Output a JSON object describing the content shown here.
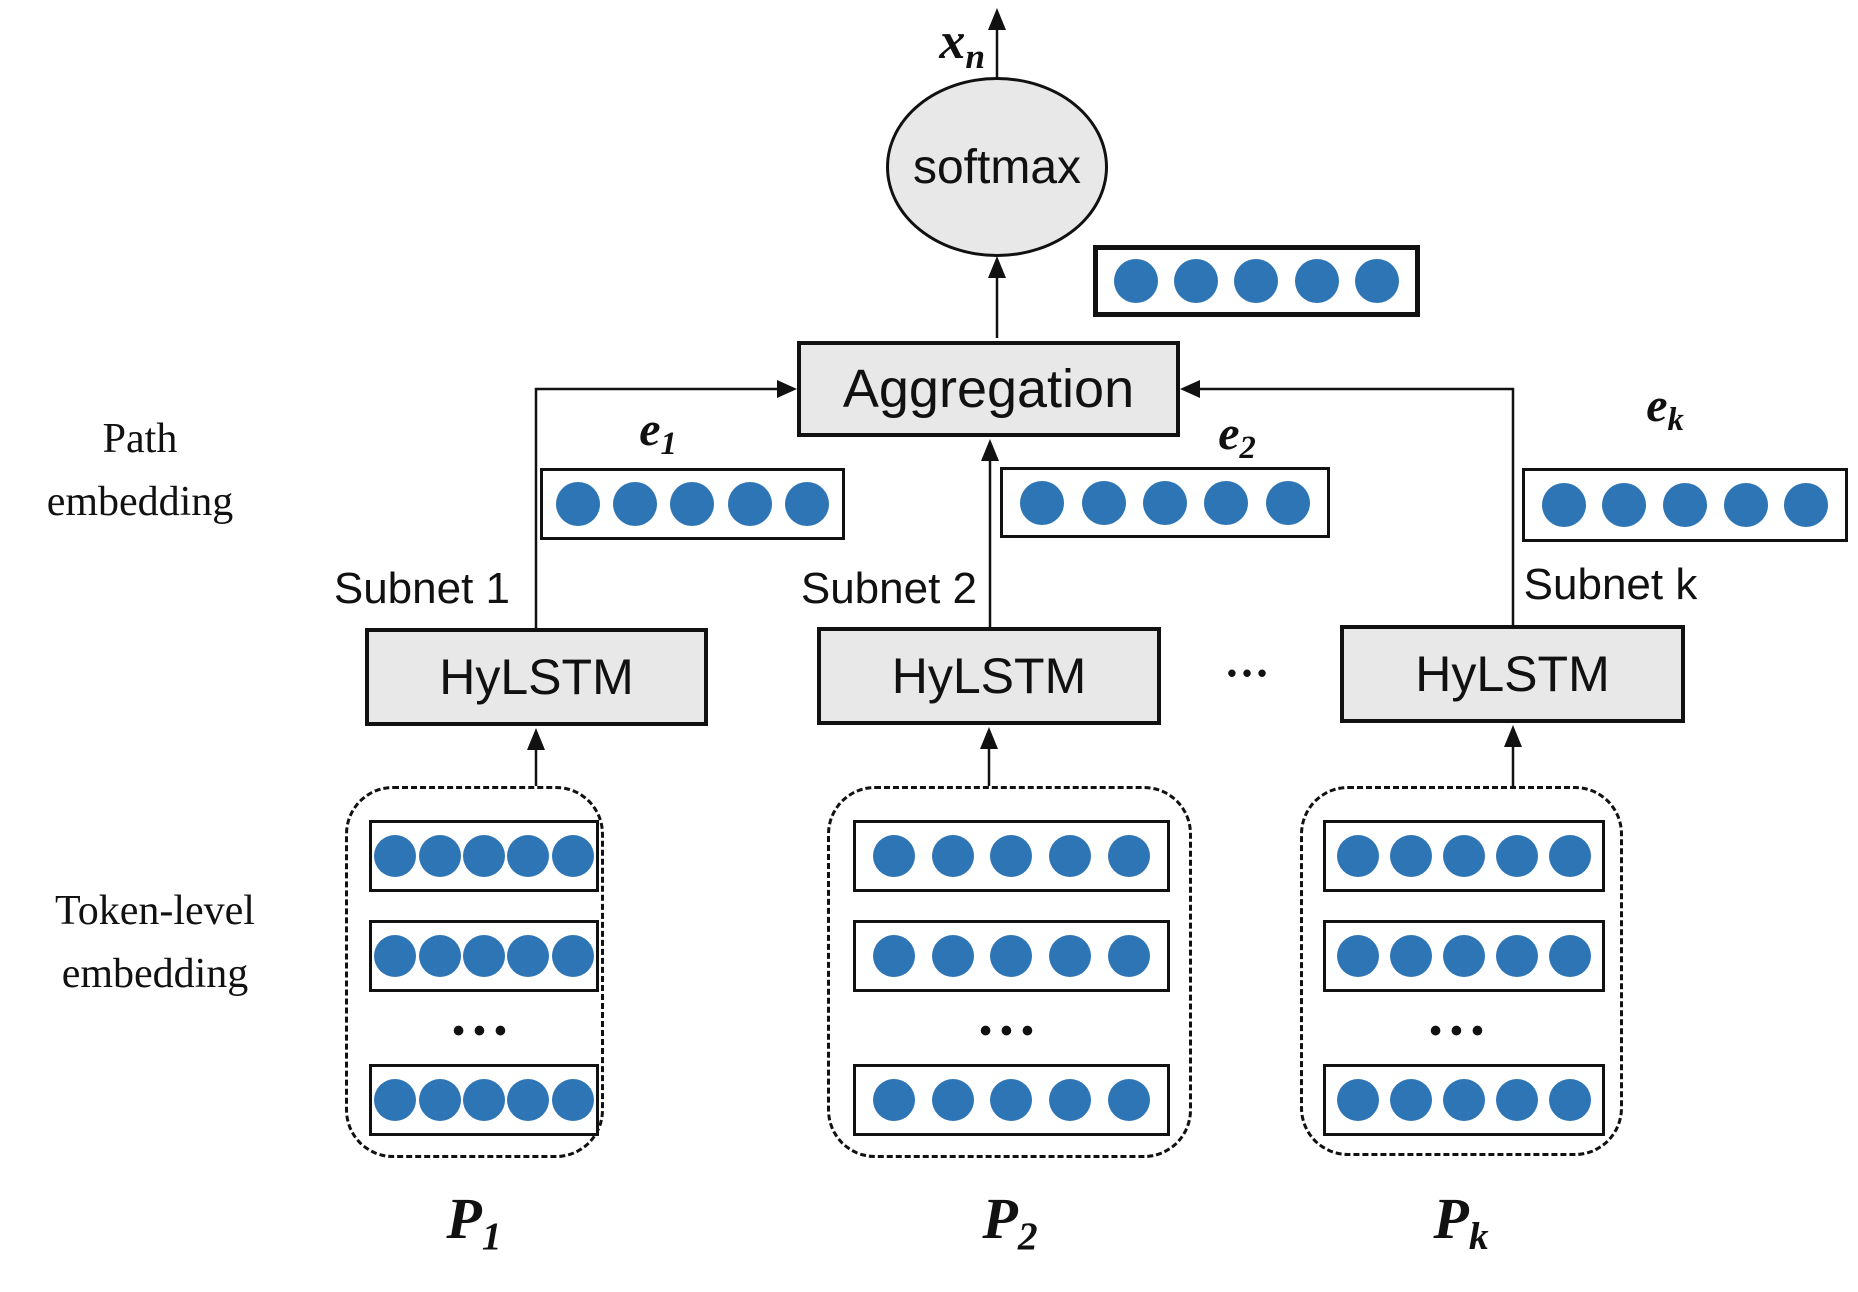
{
  "labels": {
    "softmax": "softmax",
    "aggregation": "Aggregation",
    "output": {
      "base": "x",
      "sub": "n"
    },
    "path_embedding": {
      "line1": "Path",
      "line2": "embedding"
    },
    "token_embedding": {
      "line1": "Token-level",
      "line2": "embedding"
    },
    "hylstm_gap_ellipsis": "•••",
    "token_ellipsis": "•••"
  },
  "colors": {
    "dot_blue": "#2e75b6",
    "box_gray": "#e9e8e8"
  },
  "vector_dots_count": 5,
  "subnets": [
    {
      "subnet_label": "Subnet 1",
      "lstm_label": "HyLSTM",
      "embedding_label": {
        "base": "e",
        "sub": "1"
      },
      "path_label": {
        "base": "P",
        "sub": "1"
      }
    },
    {
      "subnet_label": "Subnet 2",
      "lstm_label": "HyLSTM",
      "embedding_label": {
        "base": "e",
        "sub": "2"
      },
      "path_label": {
        "base": "P",
        "sub": "2"
      }
    },
    {
      "subnet_label": "Subnet k",
      "lstm_label": "HyLSTM",
      "embedding_label": {
        "base": "e",
        "sub": "k"
      },
      "path_label": {
        "base": "P",
        "sub": "k"
      }
    }
  ]
}
